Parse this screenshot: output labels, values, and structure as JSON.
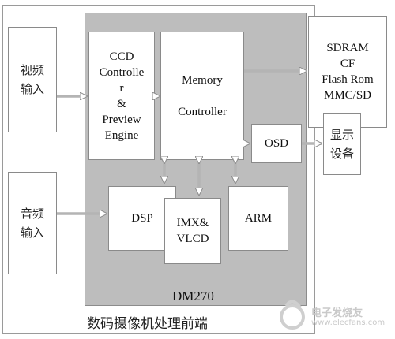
{
  "diagram": {
    "caption": "数码摄像机处理前端",
    "chip_label": "DM270",
    "inputs": {
      "video": [
        "视频",
        "输入"
      ],
      "audio": [
        "音频",
        "输入"
      ]
    },
    "blocks": {
      "ccd": [
        "CCD",
        "Controlle",
        "r",
        "&",
        "Preview",
        "Engine"
      ],
      "memory": [
        "Memory",
        "Controller"
      ],
      "osd": "OSD",
      "dsp": "DSP",
      "imx": [
        "IMX&",
        "VLCD"
      ],
      "arm": "ARM"
    },
    "outputs": {
      "storage": [
        "SDRAM",
        "CF",
        "Flash Rom",
        "MMC/SD"
      ],
      "display": [
        "显示",
        "设备"
      ]
    },
    "watermark": {
      "text": "电子发烧友",
      "url": "www.elecfans.com"
    }
  }
}
